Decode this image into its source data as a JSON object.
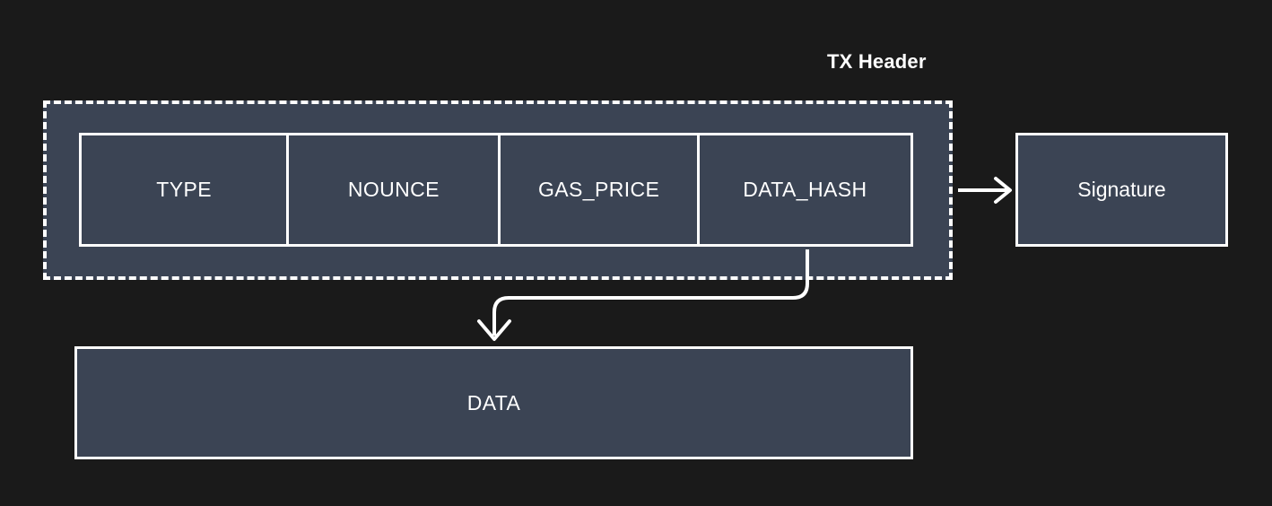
{
  "diagram": {
    "title": "TX Header",
    "background_color": "#1a1a1a",
    "box_fill_color": "#3b4454",
    "stroke_color": "#ffffff",
    "header_group": {
      "label": "TX Header",
      "border_style": "dashed",
      "fields": [
        {
          "label": "TYPE"
        },
        {
          "label": "NOUNCE"
        },
        {
          "label": "GAS_PRICE"
        },
        {
          "label": "DATA_HASH"
        }
      ]
    },
    "signature": {
      "label": "Signature"
    },
    "data": {
      "label": "DATA"
    },
    "connectors": [
      {
        "name": "header-to-signature",
        "from": "DATA_HASH",
        "to": "Signature",
        "style": "straight-arrow"
      },
      {
        "name": "datahash-to-data",
        "from": "DATA_HASH",
        "to": "DATA",
        "style": "elbow-curved-arrow"
      }
    ]
  }
}
